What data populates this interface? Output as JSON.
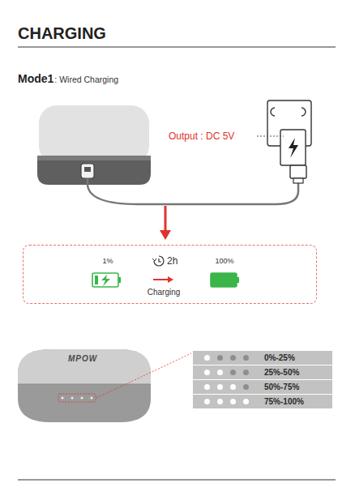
{
  "diagram": {
    "title": "CHARGING",
    "nodes": [
      {
        "text": [
          "1%",
          "2h",
          "Charging",
          "100%"
        ]
      },
      {
        "text": [
          "0%-25%"
        ]
      },
      {
        "text": [
          "25%-50%"
        ]
      },
      {
        "text": [
          "50%-75%"
        ]
      },
      {
        "text": [
          "75%-100%"
        ]
      }
    ],
    "labels": [
      "Mode1",
      ": Wired Charging",
      "Output : DC 5V",
      "MPOW"
    ]
  }
}
